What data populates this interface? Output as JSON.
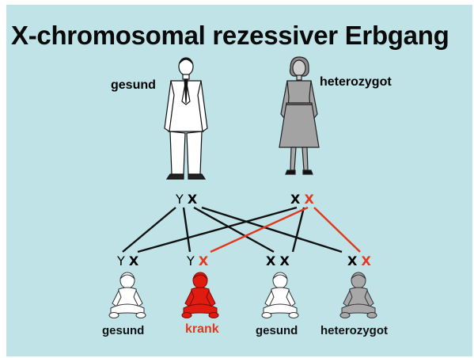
{
  "title": "X-chromosomal rezessiver Erbgang",
  "parents": {
    "father": {
      "label": "gesund",
      "genotype": [
        "Y",
        "X"
      ]
    },
    "mother": {
      "label": "heterozygot",
      "genotype": [
        "X",
        "X"
      ]
    }
  },
  "children": [
    {
      "label": "gesund",
      "genotype": [
        "Y",
        "X"
      ],
      "color": "#ffffff"
    },
    {
      "label": "krank",
      "genotype": [
        "Y",
        "X"
      ],
      "color": "#e01b10"
    },
    {
      "label": "gesund",
      "genotype": [
        "X",
        "X"
      ],
      "color": "#ffffff"
    },
    {
      "label": "heterozygot",
      "genotype": [
        "X",
        "X"
      ],
      "color": "#a8a8a8"
    }
  ],
  "colors": {
    "background": "#bfe3e7",
    "affected": "#e3381d",
    "normal_line": "#111111"
  }
}
